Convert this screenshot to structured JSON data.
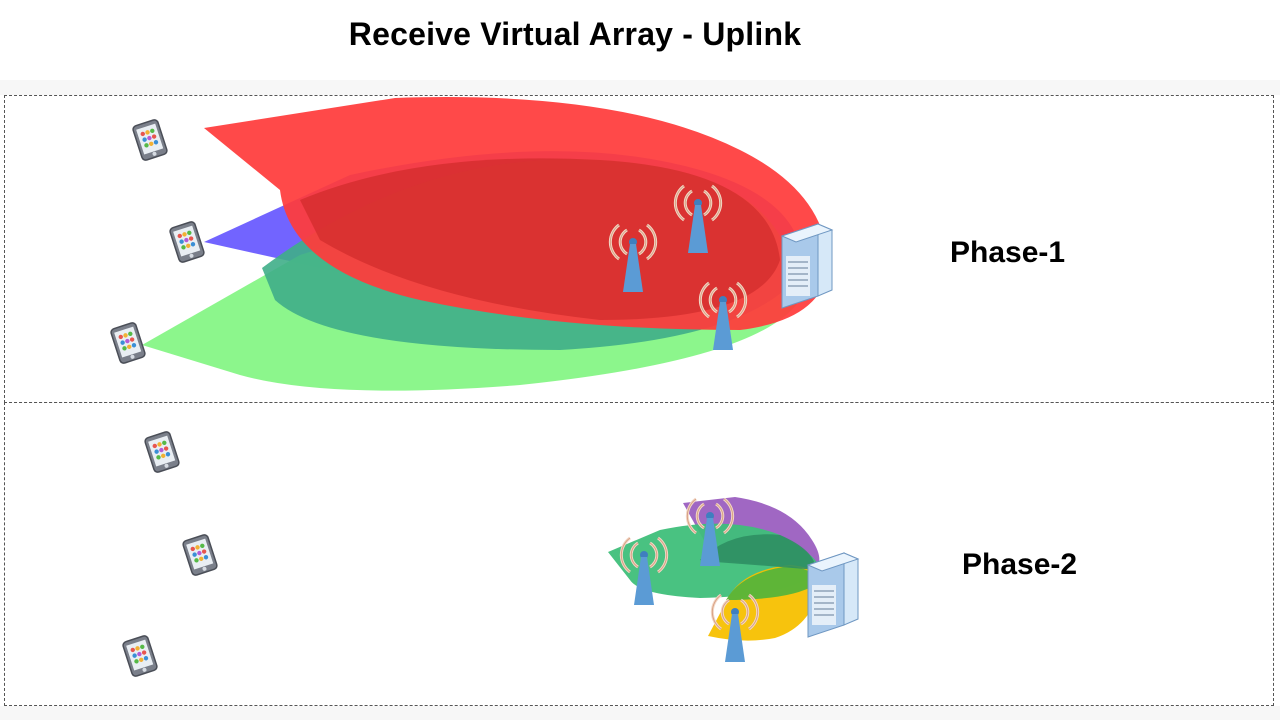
{
  "title": "Receive Virtual Array - Uplink",
  "phase1": {
    "label": "Phase-1"
  },
  "phase2": {
    "label": "Phase-2"
  },
  "colors": {
    "beam_red": "#ff3b3b",
    "beam_blue": "#6a5cff",
    "beam_green": "#86f586",
    "beam_teal": "#3fae88",
    "beam_purple": "#9b5fc0",
    "beam_yellow": "#f7c000",
    "tower_blue": "#5b9bd5",
    "server_blue": "#bcd7ef"
  },
  "icons": [
    "phone-icon",
    "antenna-tower-icon",
    "server-icon"
  ]
}
